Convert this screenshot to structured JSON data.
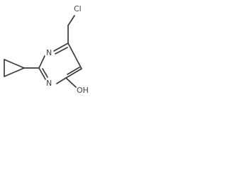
{
  "molecule": {
    "atoms": {
      "chlorine": "Cl",
      "nitrogen_top": "N",
      "nitrogen_bottom": "N",
      "hydroxyl": "OH"
    },
    "colors": {
      "bond": "#3a3a3a",
      "label": "#444444",
      "background": "#ffffff"
    }
  }
}
